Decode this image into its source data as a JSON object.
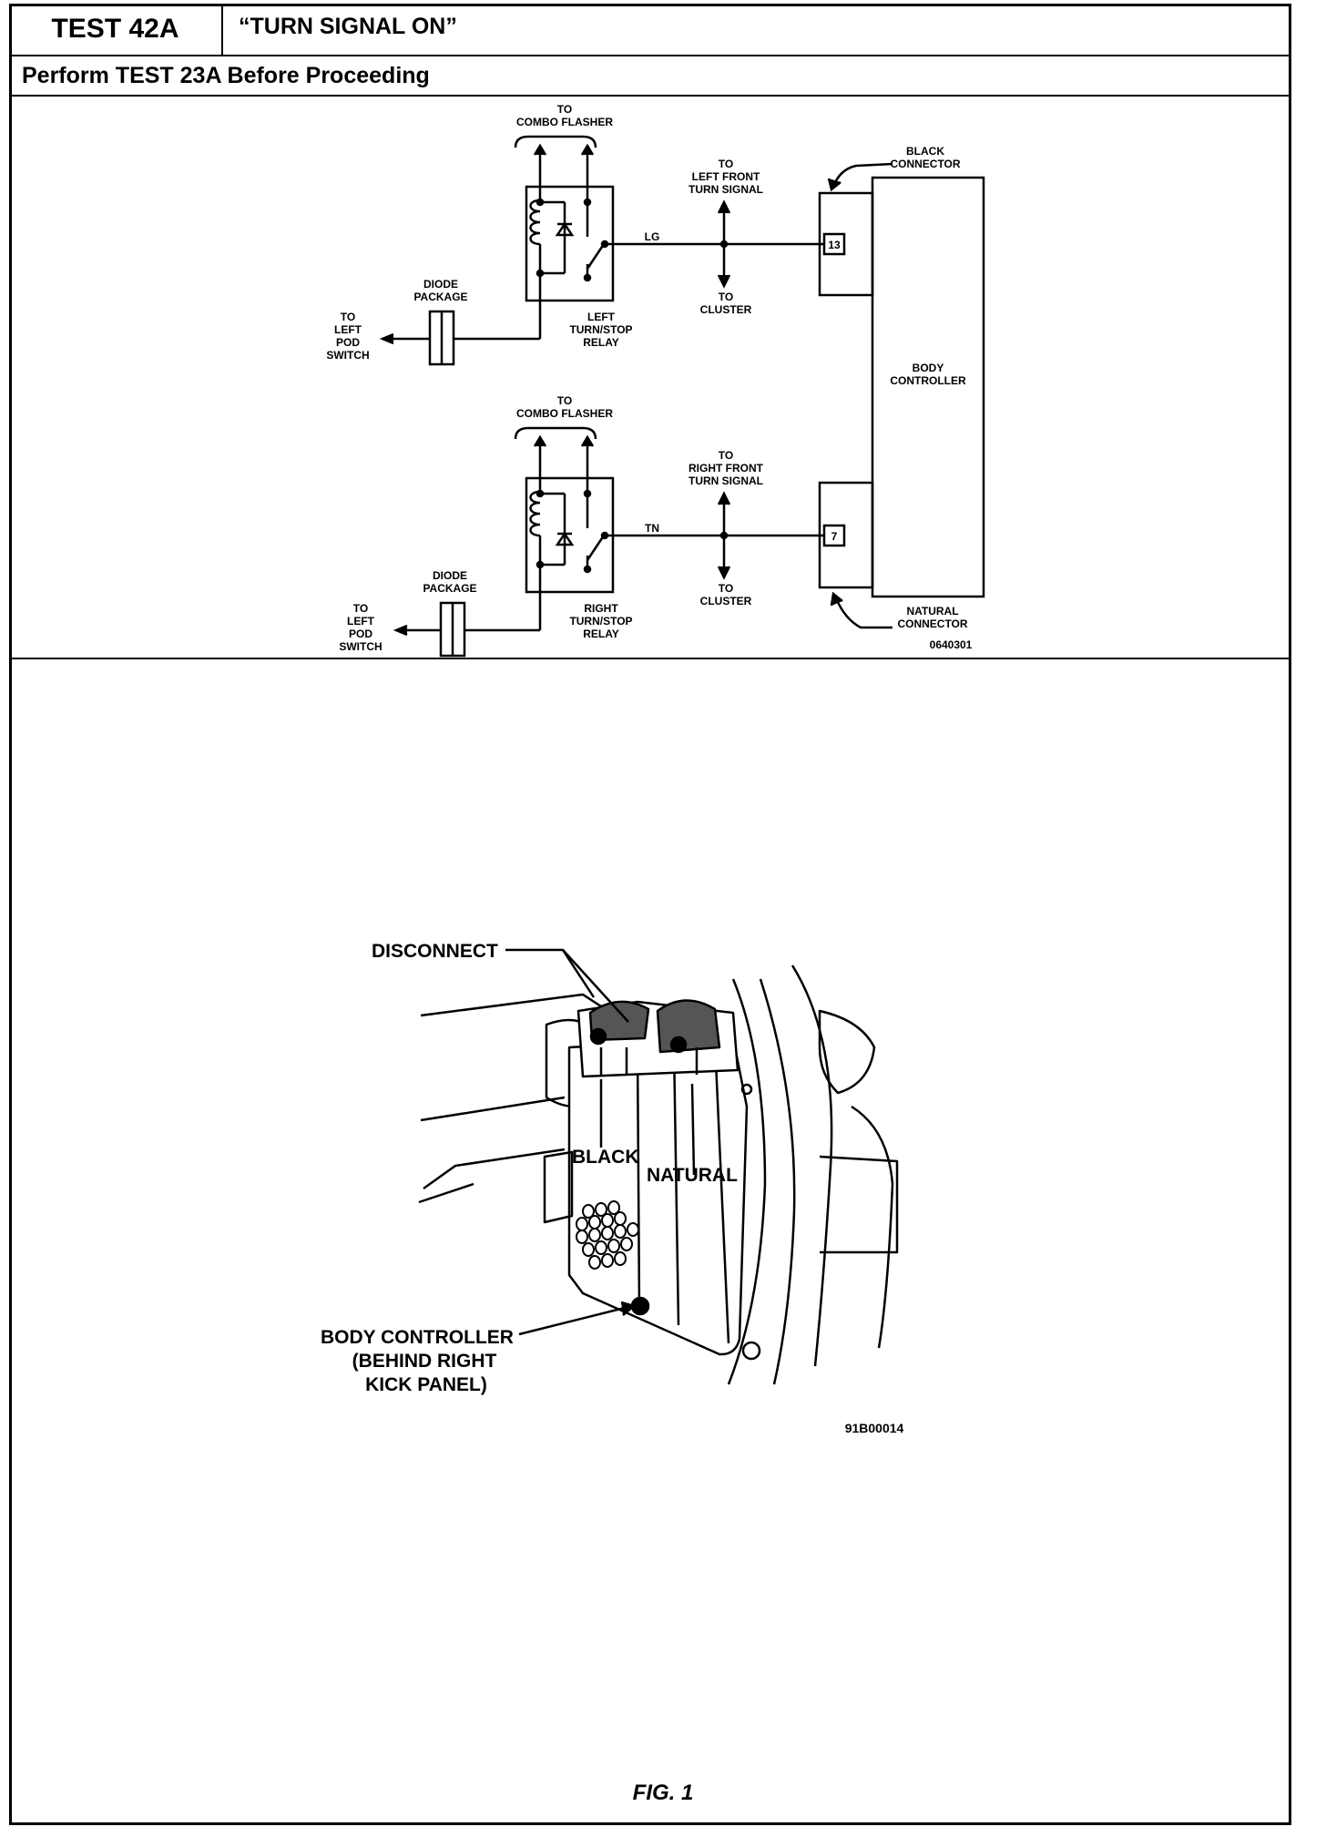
{
  "header": {
    "test_id": "TEST 42A",
    "test_title": "“TURN SIGNAL ON”",
    "prerequisite": "Perform TEST 23A Before Proceeding"
  },
  "wiring": {
    "left": {
      "combo_flasher": [
        "TO",
        "COMBO  FLASHER"
      ],
      "front_signal": [
        "TO",
        "LEFT  FRONT",
        "TURN  SIGNAL"
      ],
      "cluster": [
        "TO",
        "CLUSTER"
      ],
      "wire_color": "LG",
      "diode": [
        "DIODE",
        "PACKAGE"
      ],
      "pod_switch": [
        "TO",
        "LEFT",
        "POD",
        "SWITCH"
      ],
      "relay": [
        "LEFT",
        "TURN/STOP",
        "RELAY"
      ],
      "pin": "13",
      "connector": [
        "BLACK",
        "CONNECTOR"
      ]
    },
    "right": {
      "combo_flasher": [
        "TO",
        "COMBO  FLASHER"
      ],
      "front_signal": [
        "TO",
        "RIGHT  FRONT",
        "TURN  SIGNAL"
      ],
      "cluster": [
        "TO",
        "CLUSTER"
      ],
      "wire_color": "TN",
      "diode": [
        "DIODE",
        "PACKAGE"
      ],
      "pod_switch": [
        "TO",
        "LEFT",
        "POD",
        "SWITCH"
      ],
      "relay": [
        "RIGHT",
        "TURN/STOP",
        "RELAY"
      ],
      "pin": "7",
      "connector": [
        "NATURAL",
        "CONNECTOR"
      ]
    },
    "body_controller": [
      "BODY",
      "CONTROLLER"
    ],
    "diagram_code": "0640301"
  },
  "illustration": {
    "disconnect": "DISCONNECT",
    "black": "BLACK",
    "natural": "NATURAL",
    "body_controller": [
      "BODY CONTROLLER",
      "(BEHIND RIGHT",
      "KICK PANEL)"
    ],
    "code": "91B00014"
  },
  "figure_caption": "FIG. 1"
}
